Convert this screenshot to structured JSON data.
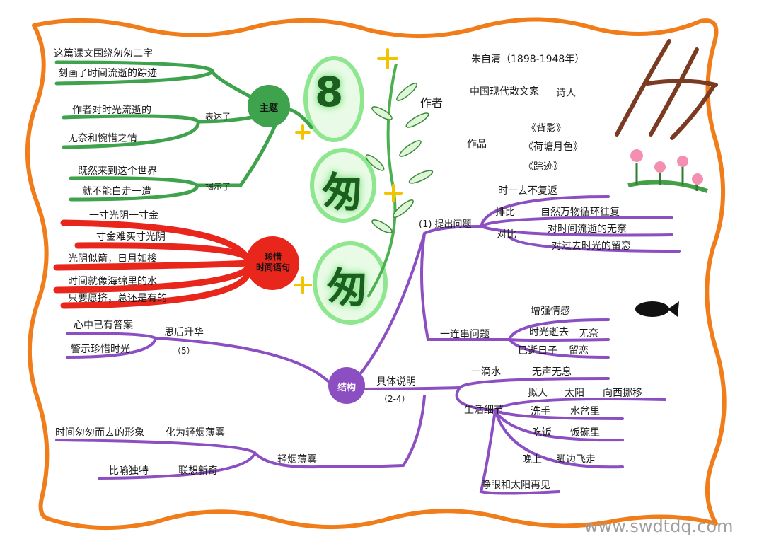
{
  "title": {
    "number": "8",
    "chars": [
      "匆",
      "匆"
    ]
  },
  "theme": {
    "label": "主题",
    "top_lines": [
      "这篇课文围绕匆匆二字",
      "刻画了时间流逝的踪迹"
    ],
    "express_label": "表达了",
    "express_lines": [
      "作者对时光流逝的",
      "无奈和惋惜之情"
    ],
    "reveal_label": "揭示了",
    "reveal_lines": [
      "既然来到这个世界",
      "就不能白走一遭"
    ]
  },
  "treasure": {
    "label_line1": "珍惜",
    "label_line2": "时间语句",
    "lines": [
      "一寸光阴一寸金",
      "寸金难买寸光阴",
      "光阴似箭，日月如梭",
      "时间就像海绵里的水",
      "只要愿挤，总还是有的"
    ]
  },
  "author": {
    "label": "作者",
    "name": "朱自清（1898-1948年）",
    "desc_a": "中国现代散文家",
    "desc_b": "诗人",
    "works_label": "作品",
    "works": [
      "《背影》",
      "《荷塘月色》",
      "《踪迹》"
    ]
  },
  "structure": {
    "label": "结构",
    "q1": {
      "label": "(1) 提出问题",
      "items": [
        "时一去不复返",
        "排比",
        "自然万物循环往复",
        "对比",
        "对时间流逝的无奈",
        "对过去时光的留恋"
      ]
    },
    "q_series": {
      "label": "一连串问题",
      "items": [
        "增强情感",
        "时光逝去",
        "无奈",
        "已逝日子",
        "留恋"
      ]
    },
    "detail": {
      "label": "具体说明",
      "range": "（2-4）",
      "drop_label": "一滴水",
      "drop_desc": "无声无息",
      "life_label": "生活细节",
      "personify": "拟人",
      "sun": "太阳",
      "sun_desc": "向西挪移",
      "wash": "洗手",
      "wash_desc": "水盆里",
      "eat": "吃饭",
      "eat_desc": "饭碗里",
      "night": "晚上",
      "night_desc": "脚边飞走",
      "blink": "睁眼和太阳再见"
    },
    "think": {
      "label": "思后升华",
      "range": "（5）",
      "lines": [
        "心中已有答案",
        "警示珍惜时光"
      ]
    },
    "smoke": {
      "label": "轻烟薄雾",
      "lines": [
        "时间匆匆而去的形象",
        "化为轻烟薄雾",
        "比喻独特",
        "联想新奇"
      ]
    }
  },
  "watermark": "www.swdtdq.com",
  "colors": {
    "border": "#f07d1a",
    "theme": "#3fa34d",
    "treasure": "#e8261b",
    "structure": "#8c4fc2",
    "title_glow": "#8ee68e"
  }
}
